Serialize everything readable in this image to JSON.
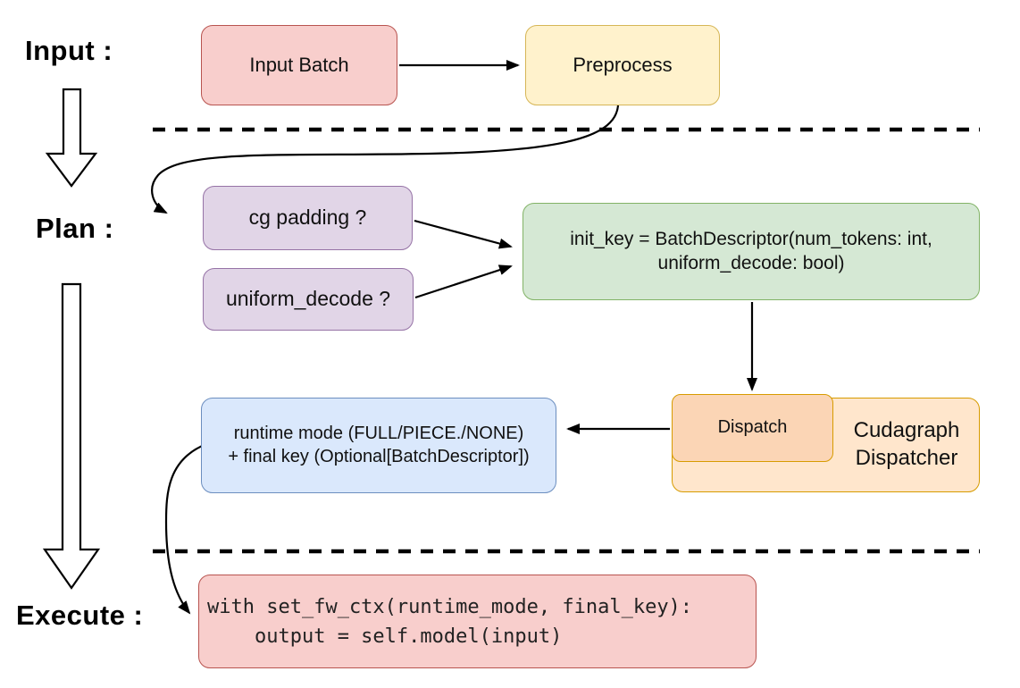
{
  "labels": {
    "input": "Input :",
    "plan": "Plan :",
    "execute": "Execute :"
  },
  "nodes": {
    "input_batch": {
      "label": "Input Batch"
    },
    "preprocess": {
      "label": "Preprocess"
    },
    "cg_padding": {
      "label": "cg padding ?"
    },
    "uniform_decode": {
      "label": "uniform_decode ?"
    },
    "init_key": {
      "line1": "init_key = BatchDescriptor(num_tokens: int,",
      "line2": "uniform_decode: bool)"
    },
    "dispatch": {
      "label": "Dispatch"
    },
    "cudagraph_dispatcher": {
      "line1": "Cudagraph",
      "line2": "Dispatcher"
    },
    "runtime_result": {
      "line1": "runtime mode (FULL/PIECE./NONE)",
      "line2": "+ final key (Optional[BatchDescriptor])"
    },
    "execute_code": {
      "line1": "with set_fw_ctx(runtime_mode, final_key):",
      "line2": "    output = self.model(input)"
    }
  },
  "colors": {
    "red_fill": "#F8CECC",
    "red_border": "#B85450",
    "yellow_fill": "#FFF2CC",
    "yellow_border": "#D6B656",
    "purple_fill": "#E1D5E7",
    "purple_border": "#9673A6",
    "green_fill": "#D5E8D4",
    "green_border": "#82B366",
    "orange_fill": "#FFE6CC",
    "orange_inner_fill": "#FBD5B5",
    "orange_border": "#D79B00",
    "blue_fill": "#DAE8FC",
    "blue_border": "#6C8EBF",
    "line_color": "#000000"
  }
}
